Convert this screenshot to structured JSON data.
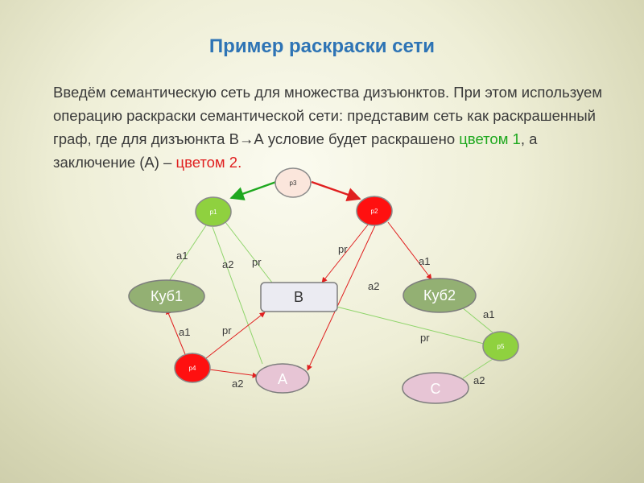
{
  "slide": {
    "title": "Пример раскраски сети",
    "text_part1": "Введём семантическую сеть для множества дизъюнктов. При этом используем операцию раскраски семантической сети: представим сеть как раскрашенный граф, где для дизъюнкта  В→А условие будет раскрашено ",
    "text_color1": "цветом 1",
    "text_part2": ", а заключение (А) – ",
    "text_color2": "цветом 2.",
    "color1": "#1ea81e",
    "color2": "#e01f1f"
  },
  "graph": {
    "nodes": {
      "p3": "p3",
      "p1": "p1",
      "p2": "p2",
      "p4": "p4",
      "p5": "p5",
      "kub1": "Куб1",
      "kub2": "Куб2",
      "b": "B",
      "a": "A",
      "c": "C"
    },
    "edge_labels": {
      "p1_kub1": "a1",
      "p1_a": "a2",
      "p1_b": "pr",
      "p2_b": "pr",
      "p2_kub2": "a1",
      "p2_a": "a2",
      "p4_kub1": "a1",
      "p4_b": "pr",
      "p4_a": "a2",
      "p5_kub2": "a1",
      "p5_b": "pr",
      "p5_c": "a2"
    }
  }
}
